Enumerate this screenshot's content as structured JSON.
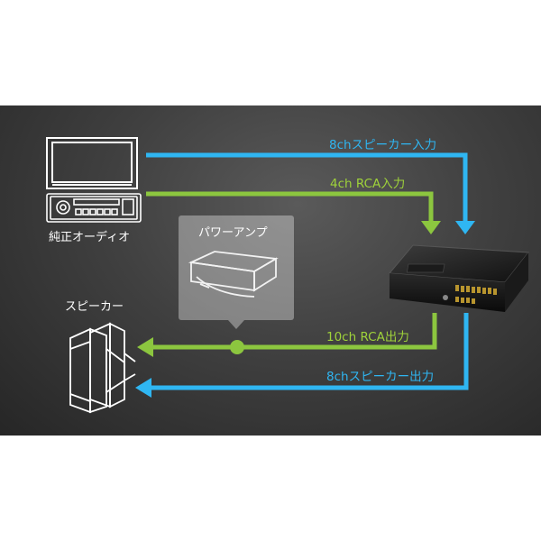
{
  "labels": {
    "speaker_in": "8chスピーカー入力",
    "rca_in": "4ch RCA入力",
    "head_unit": "純正オーディオ",
    "power_amp": "パワーアンプ",
    "speaker": "スピーカー",
    "rca_out": "10ch RCA出力",
    "speaker_out": "8chスピーカー出力"
  },
  "colors": {
    "blue_flow": "#2fb6f2",
    "green_flow": "#8cc63f",
    "background": "#3a3a3a"
  },
  "icons": [
    "monitor-icon",
    "car-stereo-icon",
    "power-amp-icon",
    "dsp-processor-icon",
    "speaker-icon"
  ]
}
